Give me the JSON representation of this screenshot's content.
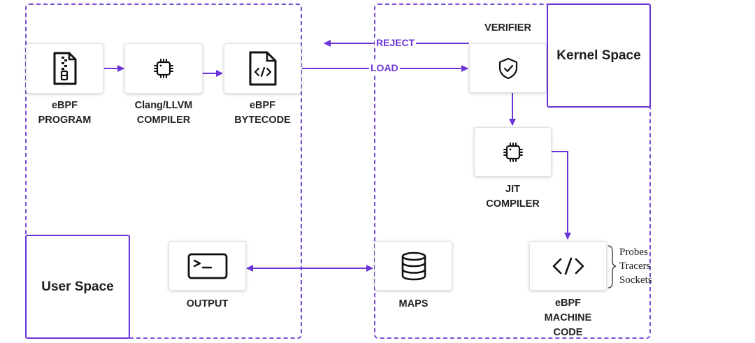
{
  "regions": {
    "user_space": "User Space",
    "kernel_space": "Kernel Space"
  },
  "nodes": {
    "ebpf_program": {
      "label": "eBPF\nPROGRAM",
      "icon": "zip-file-icon"
    },
    "compiler": {
      "label": "Clang/LLVM\nCOMPILER",
      "icon": "chip-icon"
    },
    "bytecode": {
      "label": "eBPF\nBYTECODE",
      "icon": "code-file-icon"
    },
    "verifier": {
      "label": "VERIFIER",
      "icon": "shield-check-icon"
    },
    "jit": {
      "label": "JIT\nCOMPILER",
      "icon": "chip-icon"
    },
    "machine_code": {
      "label": "eBPF\nMACHINE\nCODE",
      "icon": "code-brackets-icon"
    },
    "maps": {
      "label": "MAPS",
      "icon": "database-icon"
    },
    "output": {
      "label": "OUTPUT",
      "icon": "terminal-icon"
    }
  },
  "edges": {
    "reject": "REJECT",
    "load": "LOAD"
  },
  "hooks": [
    "Probes",
    "Tracers",
    "Sockets"
  ],
  "colors": {
    "accent": "#6a35d6",
    "dashed_border": "#7a4fd6"
  }
}
